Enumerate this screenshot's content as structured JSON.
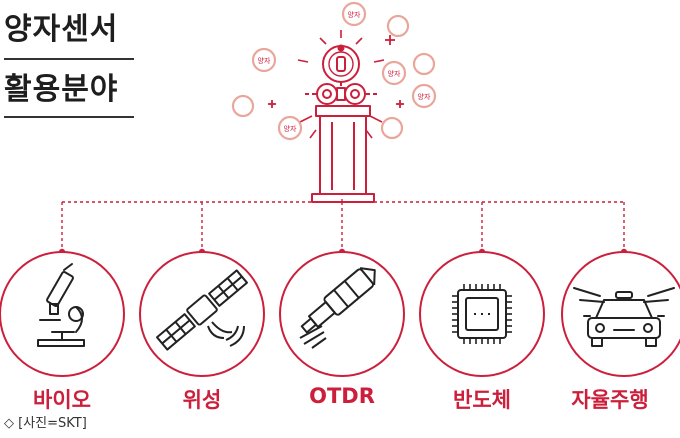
{
  "title": {
    "line1": "양자센서",
    "line2": "활용분야"
  },
  "particle_label": "양자",
  "categories": [
    {
      "key": "bio",
      "label": "바이오",
      "icon": "microscope-icon"
    },
    {
      "key": "satellite",
      "label": "위성",
      "icon": "satellite-icon"
    },
    {
      "key": "otdr",
      "label": "OTDR",
      "icon": "fiber-optic-probe-icon"
    },
    {
      "key": "semiconductor",
      "label": "반도체",
      "icon": "microchip-icon"
    },
    {
      "key": "autonomous",
      "label": "자율주행",
      "icon": "self-driving-car-icon"
    }
  ],
  "caption": "◇ [사진=SKT]",
  "colors": {
    "accent": "#cc1f3c",
    "particle": "#e9a79b",
    "text": "#1e1e1e"
  }
}
